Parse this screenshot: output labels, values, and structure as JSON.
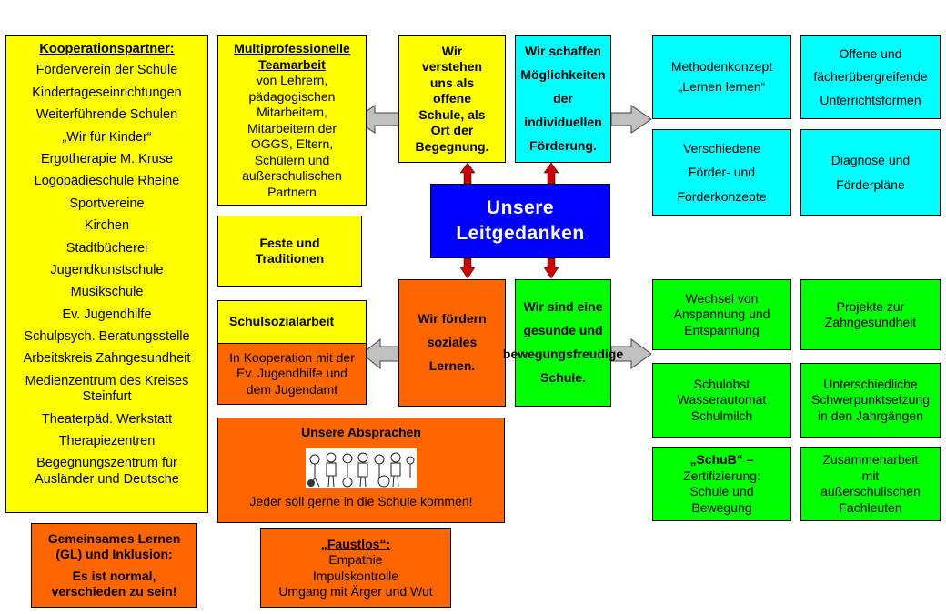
{
  "partners": {
    "title": "Kooperationspartner:",
    "items": [
      "Förderverein der Schule",
      "Kindertageseinrichtungen",
      "Weiterführende Schulen",
      "„Wir für Kinder“",
      "Ergotherapie M. Kruse",
      "Logopädieschule Rheine",
      "Sportvereine",
      "Kirchen",
      "Stadtbücherei",
      "Jugendkunstschule",
      "Musikschule",
      "Ev. Jugendhilfe",
      "Schulpsych. Beratungsstelle",
      "Arbeitskreis Zahngesundheit",
      "Medienzentrum des Kreises Steinfurt",
      "Theaterpäd. Werkstatt",
      "Therapiezentren",
      "Begegnungszentrum für Ausländer und Deutsche"
    ]
  },
  "gl": {
    "line1": "Gemeinsames Lernen (GL) und Inklusion:",
    "line2": "Es ist normal, verschieden zu sein!"
  },
  "team": {
    "title": "Multiprofessionelle Teamarbeit",
    "text": "von Lehrern, pädagogischen Mitarbeitern, Mitarbeitern der OGGS, Eltern, Schülern und außerschulischen Partnern"
  },
  "feste": "Feste und Traditionen",
  "sozial": {
    "title": "Schulsozialarbeit",
    "text": "In Kooperation mit der Ev. Jugendhilfe und dem Jugendamt"
  },
  "absprachen": {
    "title": "Unsere Absprachen",
    "text": "Jeder soll gerne in die Schule kommen!"
  },
  "faustlos": {
    "title": "„Faustlos“:",
    "lines": [
      "Empathie",
      "Impulskontrolle",
      "Umgang mit Ärger und Wut"
    ]
  },
  "offen": "Wir verstehen uns als offene Schule, als Ort der Begegnung.",
  "center": "Unsere Leitgedanken",
  "soziales": "Wir fördern soziales Lernen.",
  "foerderung": "Wir schaffen Möglichkeiten der individuellen Förderung.",
  "gesund": "Wir sind eine gesunde und bewegungsfreudige Schule.",
  "cyanboxes": {
    "methoden": "Methodenkonzept „Lernen lernen“",
    "offen_unterricht": "Offene und fächerübergreifende Unterrichtsformen",
    "konzepte": "Verschiedene Förder- und Forderkonzepte",
    "diagnose": "Diagnose und Förderpläne"
  },
  "greenboxes": {
    "wechsel": "Wechsel von Anspannung und Entspannung",
    "projekte": "Projekte zur Zahngesundheit",
    "schulobst": "Schulobst Wasserautomat Schulmilch",
    "schwerpunkt": "Unterschiedliche Schwerpunktsetzung in den Jahrgängen",
    "schub_title": "„SchuB“ –",
    "schub_text": "Zertifizierung: Schule und Bewegung",
    "zusammen": "Zusammenarbeit mit außerschulischen Fachleuten"
  },
  "colors": {
    "yellow": "#ffff00",
    "cyan": "#00ffff",
    "green": "#00ff00",
    "orange": "#ff6600",
    "blue": "#0000ff",
    "arrow_red": "#cc0000",
    "arrow_grey": "#c0c0c0"
  }
}
